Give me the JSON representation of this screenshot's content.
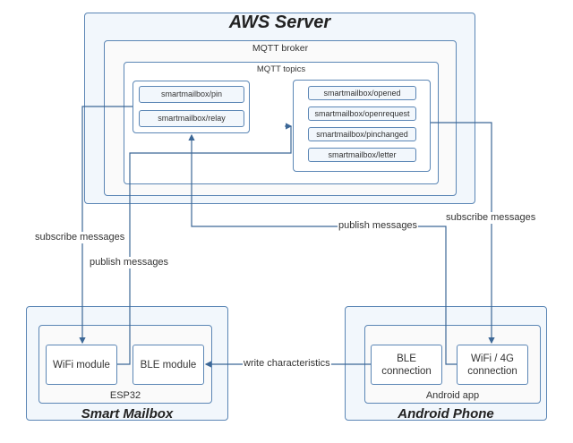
{
  "aws": {
    "title": "AWS Server",
    "broker_label": "MQTT broker",
    "topics_label": "MQTT topics",
    "subscribe_topics": [
      "smartmailbox/pin",
      "smartmailbox/relay"
    ],
    "publish_topics": [
      "smartmailbox/opened",
      "smartmailbox/openrequest",
      "smartmailbox/pinchanged",
      "smartmailbox/letter"
    ]
  },
  "mailbox": {
    "title": "Smart Mailbox",
    "chip_label": "ESP32",
    "wifi_module": "WiFi module",
    "ble_module": "BLE module"
  },
  "phone": {
    "title": "Android Phone",
    "app_label": "Android app",
    "ble_connection": "BLE connection",
    "wifi_connection": "WiFi / 4G connection"
  },
  "edges": {
    "mailbox_subscribe": "subscribe messages",
    "mailbox_publish": "publish messages",
    "phone_publish": "publish messages",
    "phone_subscribe": "subscribe messages",
    "write_characteristics": "write characteristics"
  },
  "colors": {
    "stroke": "#5b86b5",
    "connector": "#3c6796",
    "fill_light": "#f2f7fc",
    "fill_grey": "#fafafa"
  }
}
